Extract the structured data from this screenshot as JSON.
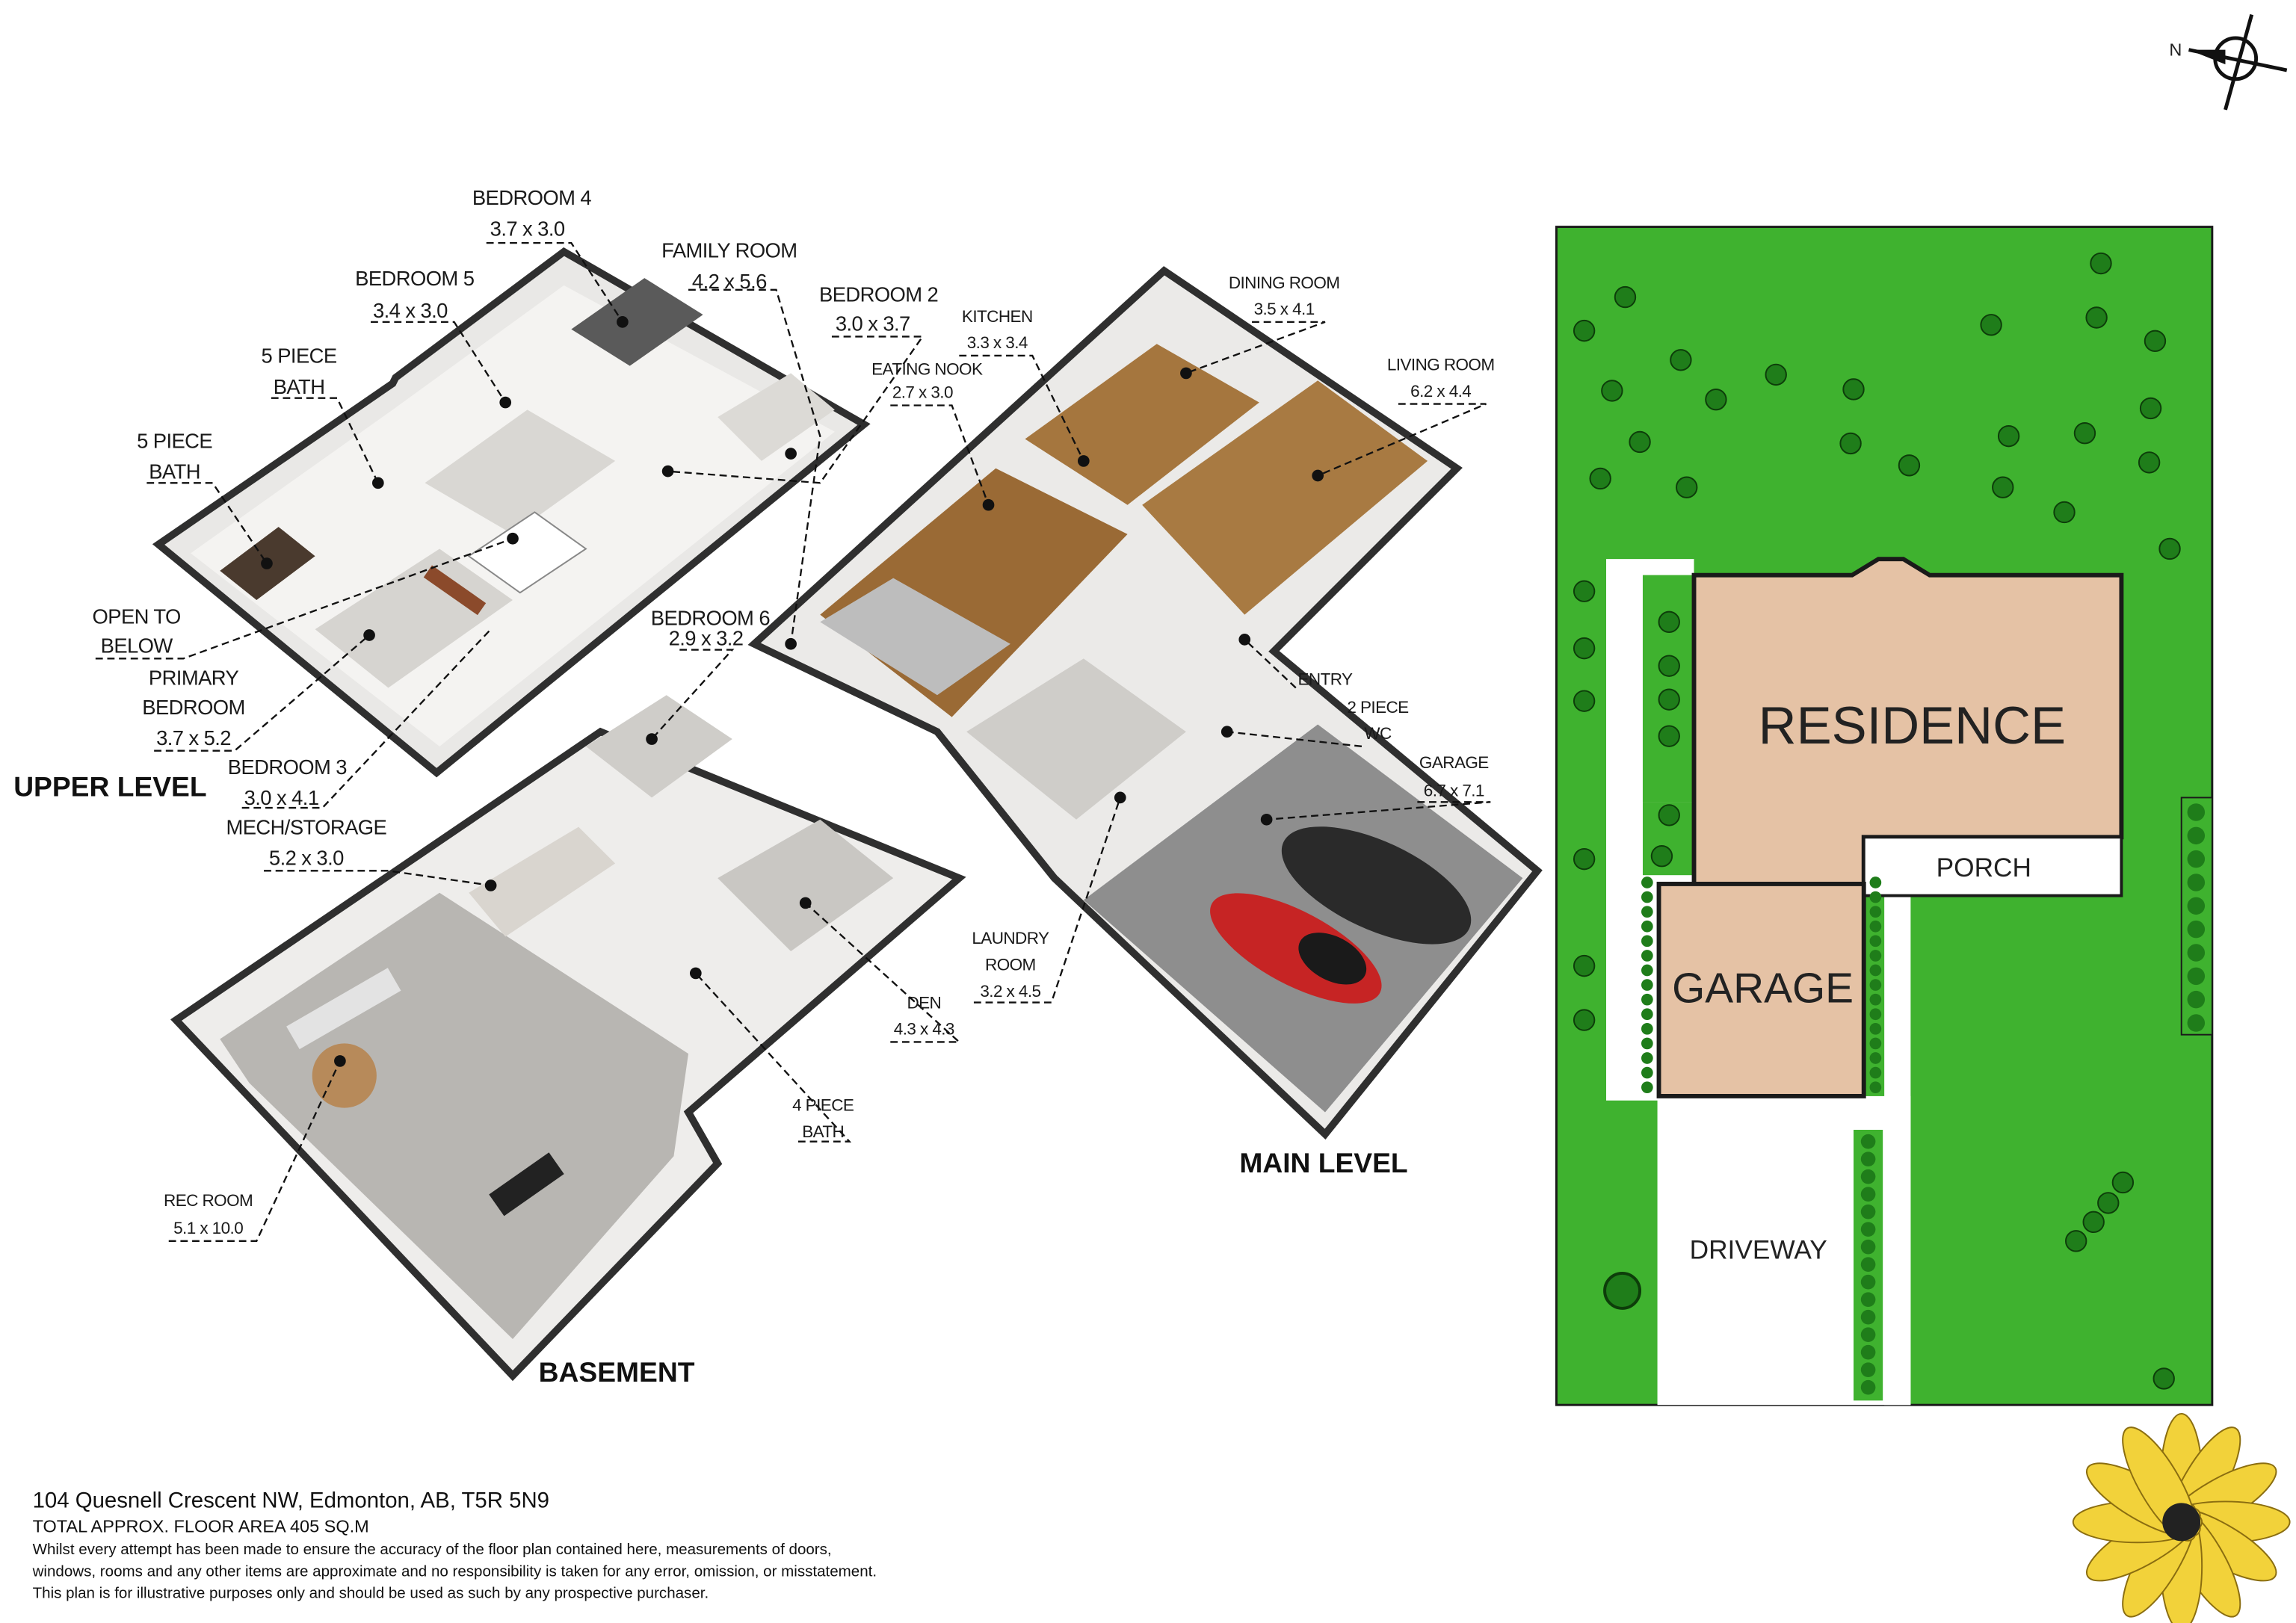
{
  "compass": {
    "north_label": "N"
  },
  "levels": {
    "upper": "UPPER LEVEL",
    "main": "MAIN LEVEL",
    "basement": "BASEMENT"
  },
  "rooms": [
    {
      "name": "BEDROOM 4",
      "dims": "3.7 x 3.0"
    },
    {
      "name": "FAMILY ROOM",
      "dims": "4.2 x 5.6"
    },
    {
      "name": "BEDROOM 5",
      "dims": "3.4 x 3.0"
    },
    {
      "name": "BEDROOM 2",
      "dims": "3.0 x 3.7"
    },
    {
      "name": "KITCHEN",
      "dims": "3.3 x 3.4"
    },
    {
      "name": "EATING NOOK",
      "dims": "2.7 x 3.0"
    },
    {
      "name": "DINING ROOM",
      "dims": "3.5 x 4.1"
    },
    {
      "name": "LIVING ROOM",
      "dims": "6.2 x 4.4"
    },
    {
      "name": "5 PIECE",
      "dims": "BATH"
    },
    {
      "name": "5 PIECE",
      "dims": "BATH"
    },
    {
      "name": "OPEN TO",
      "dims": "BELOW"
    },
    {
      "name": "PRIMARY",
      "name2": "BEDROOM",
      "dims": "3.7 x 5.2"
    },
    {
      "name": "BEDROOM 3",
      "dims": "3.0 x 4.1"
    },
    {
      "name": "MECH/STORAGE",
      "dims": "5.2 x 3.0"
    },
    {
      "name": "BEDROOM 6",
      "dims": "2.9 x 3.2"
    },
    {
      "name": "ENTRY"
    },
    {
      "name": "2 PIECE",
      "dims": "WC"
    },
    {
      "name": "GARAGE",
      "dims": "6.7 x 7.1"
    },
    {
      "name": "LAUNDRY",
      "name2": "ROOM",
      "dims": "3.2 x 4.5"
    },
    {
      "name": "DEN",
      "dims": "4.3 x 4.3"
    },
    {
      "name": "4 PIECE",
      "dims": "BATH"
    },
    {
      "name": "REC ROOM",
      "dims": "5.1 x 10.0"
    }
  ],
  "site_plan": {
    "residence": "RESIDENCE",
    "porch": "PORCH",
    "garage": "GARAGE",
    "driveway": "DRIVEWAY",
    "colors": {
      "lawn": "#3fb22f",
      "building": "#e5c2a5",
      "outline": "#1a1a1a"
    }
  },
  "footer": {
    "address": "104 Quesnell Crescent NW, Edmonton, AB, T5R 5N9",
    "area": "TOTAL APPROX. FLOOR AREA 405 SQ.M",
    "disclaimer": [
      "Whilst every attempt has been made to ensure the accuracy of the floor plan contained here, measurements of doors,",
      "windows, rooms and any other items are approximate and no responsibility is taken for any error, omission, or misstatement.",
      "This plan is for illustrative purposes only and should be used as such by any prospective purchaser."
    ]
  }
}
